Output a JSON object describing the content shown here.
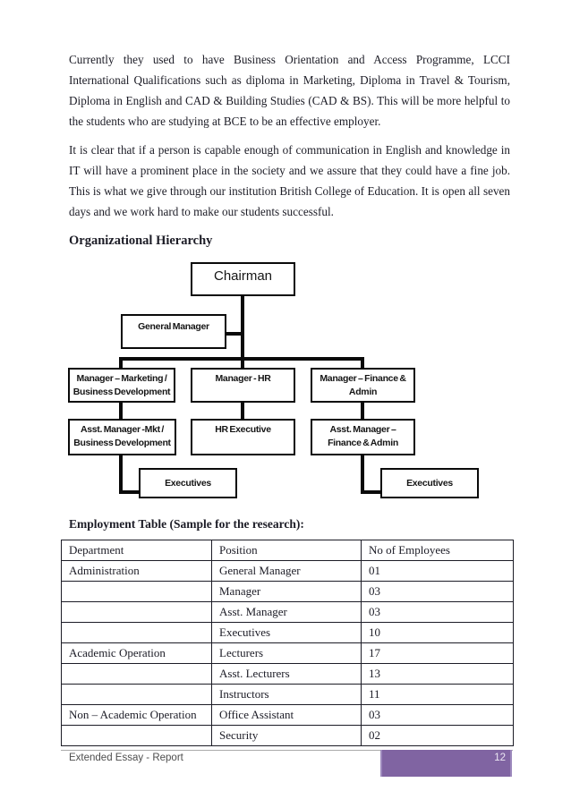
{
  "document": {
    "paragraph1": "Currently they used to have Business Orientation and Access Programme, LCCI International Qualifications such as diploma in Marketing, Diploma in Travel & Tourism, Diploma in English and CAD & Building Studies (CAD & BS). This will be more helpful to the students who are studying at BCE to be an effective employer.",
    "paragraph2": "It is clear that if a person is capable enough of communication in English and knowledge in IT will have a prominent place in the society and we assure that they could have a fine job. This is what we give through our institution British College of Education. It is open all seven days and we work hard to make our students successful.",
    "org_heading": "Organizational Hierarchy",
    "table_heading": "Employment Table (Sample for the research):"
  },
  "orgchart": {
    "chairman": "Chairman",
    "general_manager": "General Manager",
    "mgr_marketing": "Manager – Marketing / Business Development",
    "mgr_hr": "Manager - HR",
    "mgr_finance": "Manager – Finance & Admin",
    "asst_mgr_marketing": "Asst. Manager -Mkt / Business Development",
    "hr_executive": "HR Executive",
    "asst_mgr_finance": "Asst. Manager – Finance & Admin",
    "executives_left": "Executives",
    "executives_right": "Executives"
  },
  "table": {
    "headers": [
      "Department",
      "Position",
      "No of Employees"
    ],
    "rows": [
      {
        "department": "Administration",
        "position": "General Manager",
        "count": "01"
      },
      {
        "department": "",
        "position": "Manager",
        "count": "03"
      },
      {
        "department": "",
        "position": "Asst. Manager",
        "count": "03"
      },
      {
        "department": "",
        "position": "Executives",
        "count": "10"
      },
      {
        "department": "Academic Operation",
        "position": "Lecturers",
        "count": "17"
      },
      {
        "department": "",
        "position": "Asst. Lecturers",
        "count": "13"
      },
      {
        "department": "",
        "position": "Instructors",
        "count": "11"
      },
      {
        "department": "Non – Academic Operation",
        "position": "Office Assistant",
        "count": "03"
      },
      {
        "department": "",
        "position": "Security",
        "count": "02"
      }
    ]
  },
  "footer": {
    "label": "Extended Essay - Report",
    "page_number": "12",
    "accent_color": "#8064a2",
    "ink_color": "#1c1c26"
  }
}
